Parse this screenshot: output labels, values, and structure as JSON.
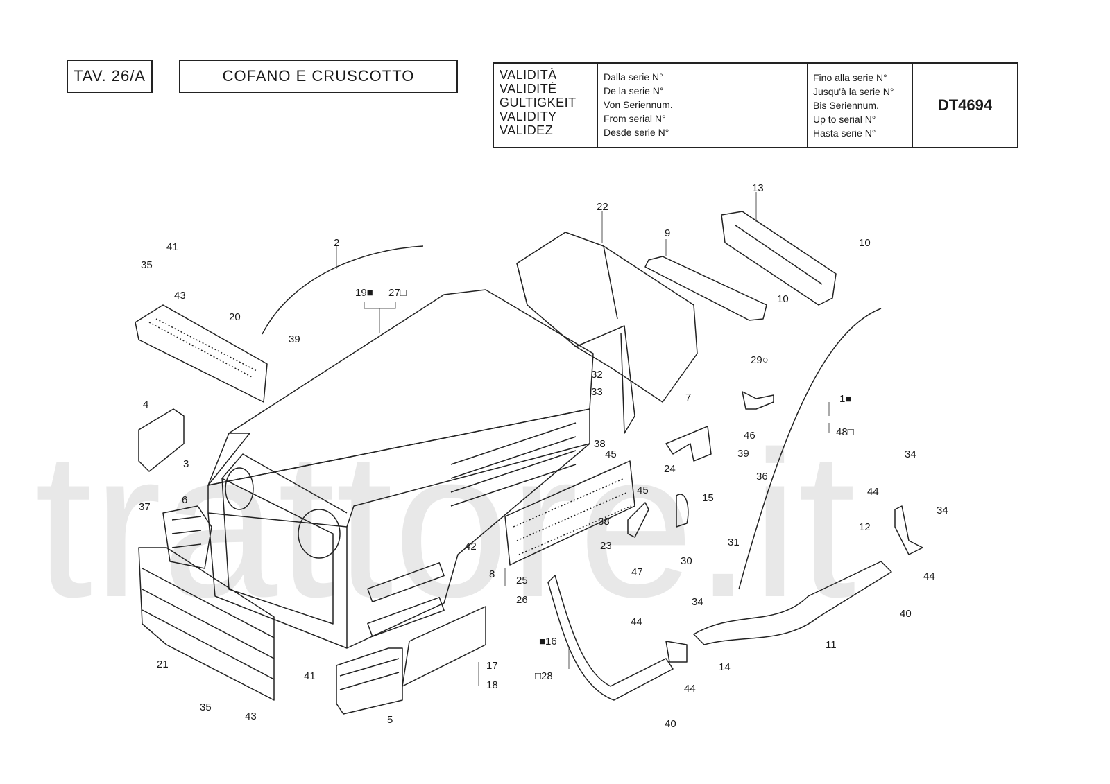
{
  "header": {
    "tav": "TAV. 26/A",
    "title": "COFANO E CRUSCOTTO"
  },
  "validity": {
    "labels": [
      "VALIDITÀ",
      "VALIDITÉ",
      "GULTIGKEIT",
      "VALIDITY",
      "VALIDEZ"
    ],
    "from_labels": [
      "Dalla serie N°",
      "De la serie N°",
      "Von Seriennum.",
      "From serial N°",
      "Desde serie N°"
    ],
    "from_value": "",
    "to_labels": [
      "Fino alla serie N°",
      "Jusqu'à la serie N°",
      "Bis Seriennum.",
      "Up to serial N°",
      "Hasta serie N°"
    ],
    "code": "DT4694"
  },
  "watermark": "trattore.it",
  "callouts": {
    "c1": "1■",
    "c2": "2",
    "c3": "3",
    "c4": "4",
    "c5": "5",
    "c6": "6",
    "c7": "7",
    "c8": "8",
    "c9": "9",
    "c10a": "10",
    "c10b": "10",
    "c11": "11",
    "c12": "12",
    "c13": "13",
    "c14": "14",
    "c15": "15",
    "c16": "■16",
    "c17": "17",
    "c18": "18",
    "c19": "19■",
    "c20": "20",
    "c21": "21",
    "c22": "22",
    "c23": "23",
    "c24": "24",
    "c25": "25",
    "c26": "26",
    "c27": "27□",
    "c28": "□28",
    "c29": "29○",
    "c30": "30",
    "c31": "31",
    "c32": "32",
    "c33": "33",
    "c34a": "34",
    "c34b": "34",
    "c34c": "34",
    "c35a": "35",
    "c35b": "35",
    "c36": "36",
    "c37": "37",
    "c38a": "38",
    "c38b": "38",
    "c39a": "39",
    "c39b": "39",
    "c40a": "40",
    "c40b": "40",
    "c41a": "41",
    "c41b": "41",
    "c42": "42",
    "c43a": "43",
    "c43b": "43",
    "c44a": "44",
    "c44b": "44",
    "c44c": "44",
    "c44d": "44",
    "c45a": "45",
    "c45b": "45",
    "c46": "46",
    "c47": "47",
    "c48": "48□"
  }
}
